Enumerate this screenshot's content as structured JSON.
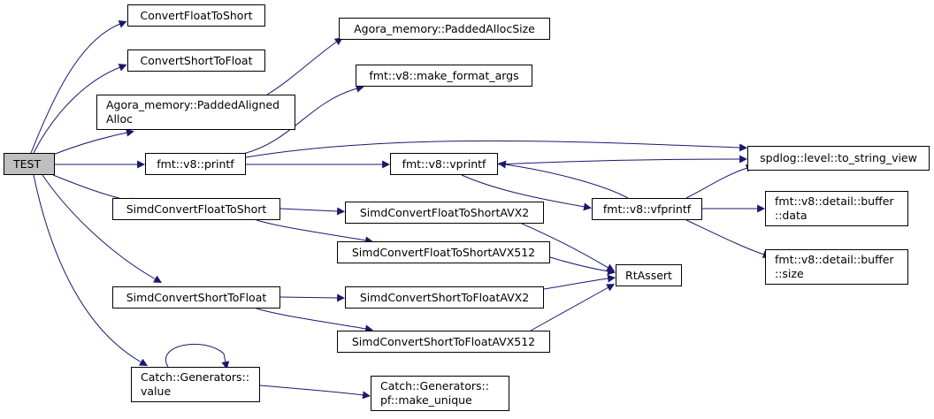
{
  "nodes": {
    "test": {
      "lines": [
        "TEST"
      ]
    },
    "convert_float_to_short": {
      "lines": [
        "ConvertFloatToShort"
      ]
    },
    "convert_short_to_float": {
      "lines": [
        "ConvertShortToFloat"
      ]
    },
    "padded_aligned_alloc": {
      "lines": [
        "Agora_memory::PaddedAligned",
        "Alloc"
      ]
    },
    "fmt_printf": {
      "lines": [
        "fmt::v8::printf"
      ]
    },
    "simd_convert_float_to_short": {
      "lines": [
        "SimdConvertFloatToShort"
      ]
    },
    "simd_convert_short_to_float": {
      "lines": [
        "SimdConvertShortToFloat"
      ]
    },
    "generators_value": {
      "lines": [
        "Catch::Generators::",
        "value"
      ]
    },
    "padded_alloc_size": {
      "lines": [
        "Agora_memory::PaddedAllocSize"
      ]
    },
    "make_format_args": {
      "lines": [
        "fmt::v8::make_format_args"
      ]
    },
    "fmt_vprintf": {
      "lines": [
        "fmt::v8::vprintf"
      ]
    },
    "simd_fts_avx2": {
      "lines": [
        "SimdConvertFloatToShortAVX2"
      ]
    },
    "simd_fts_avx512": {
      "lines": [
        "SimdConvertFloatToShortAVX512"
      ]
    },
    "simd_stf_avx2": {
      "lines": [
        "SimdConvertShortToFloatAVX2"
      ]
    },
    "simd_stf_avx512": {
      "lines": [
        "SimdConvertShortToFloatAVX512"
      ]
    },
    "pf_make_unique": {
      "lines": [
        "Catch::Generators::",
        "pf::make_unique"
      ]
    },
    "fmt_vfprintf": {
      "lines": [
        "fmt::v8::vfprintf"
      ]
    },
    "rt_assert": {
      "lines": [
        "RtAssert"
      ]
    },
    "to_string_view": {
      "lines": [
        "spdlog::level::to_string_view"
      ]
    },
    "buffer_data": {
      "lines": [
        "fmt::v8::detail::buffer",
        "::data"
      ]
    },
    "buffer_size": {
      "lines": [
        "fmt::v8::detail::buffer",
        "::size"
      ]
    }
  },
  "edges": [
    {
      "from": "test",
      "to": "convert_float_to_short"
    },
    {
      "from": "test",
      "to": "convert_short_to_float"
    },
    {
      "from": "test",
      "to": "padded_aligned_alloc"
    },
    {
      "from": "test",
      "to": "fmt_printf"
    },
    {
      "from": "test",
      "to": "simd_convert_float_to_short"
    },
    {
      "from": "test",
      "to": "simd_convert_short_to_float"
    },
    {
      "from": "test",
      "to": "generators_value"
    },
    {
      "from": "padded_aligned_alloc",
      "to": "padded_alloc_size"
    },
    {
      "from": "fmt_printf",
      "to": "make_format_args"
    },
    {
      "from": "fmt_printf",
      "to": "fmt_vprintf"
    },
    {
      "from": "fmt_printf",
      "to": "to_string_view"
    },
    {
      "from": "fmt_vprintf",
      "to": "to_string_view"
    },
    {
      "from": "fmt_vprintf",
      "to": "fmt_vfprintf"
    },
    {
      "from": "fmt_vfprintf",
      "to": "fmt_vprintf"
    },
    {
      "from": "fmt_vfprintf",
      "to": "to_string_view"
    },
    {
      "from": "fmt_vfprintf",
      "to": "buffer_data"
    },
    {
      "from": "fmt_vfprintf",
      "to": "buffer_size"
    },
    {
      "from": "simd_convert_float_to_short",
      "to": "simd_fts_avx2"
    },
    {
      "from": "simd_convert_float_to_short",
      "to": "simd_fts_avx512"
    },
    {
      "from": "simd_fts_avx2",
      "to": "rt_assert"
    },
    {
      "from": "simd_fts_avx512",
      "to": "rt_assert"
    },
    {
      "from": "simd_convert_short_to_float",
      "to": "simd_stf_avx2"
    },
    {
      "from": "simd_convert_short_to_float",
      "to": "simd_stf_avx512"
    },
    {
      "from": "simd_stf_avx2",
      "to": "rt_assert"
    },
    {
      "from": "simd_stf_avx512",
      "to": "rt_assert"
    },
    {
      "from": "generators_value",
      "to": "generators_value"
    },
    {
      "from": "generators_value",
      "to": "pf_make_unique"
    }
  ],
  "colors": {
    "edge": "#191970",
    "root_fill": "#bfbfbf",
    "node_fill": "#ffffff",
    "border": "#000000"
  }
}
